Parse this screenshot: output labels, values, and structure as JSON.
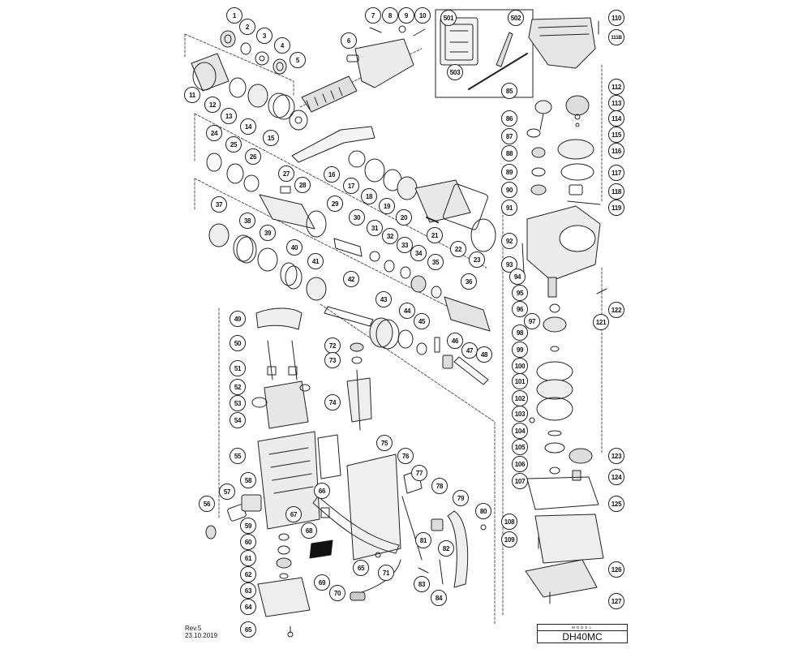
{
  "diagram": {
    "parts": [
      {
        "id": "1",
        "label": "1"
      },
      {
        "id": "2",
        "label": "2"
      },
      {
        "id": "3",
        "label": "3"
      },
      {
        "id": "4",
        "label": "4"
      },
      {
        "id": "5",
        "label": "5"
      },
      {
        "id": "6",
        "label": "6"
      },
      {
        "id": "7",
        "label": "7"
      },
      {
        "id": "8",
        "label": "8"
      },
      {
        "id": "9",
        "label": "9"
      },
      {
        "id": "10",
        "label": "10"
      },
      {
        "id": "11",
        "label": "11"
      },
      {
        "id": "12",
        "label": "12"
      },
      {
        "id": "13",
        "label": "13"
      },
      {
        "id": "14",
        "label": "14"
      },
      {
        "id": "15",
        "label": "15"
      },
      {
        "id": "16",
        "label": "16"
      },
      {
        "id": "17",
        "label": "17"
      },
      {
        "id": "18",
        "label": "18"
      },
      {
        "id": "19",
        "label": "19"
      },
      {
        "id": "20",
        "label": "20"
      },
      {
        "id": "21",
        "label": "21"
      },
      {
        "id": "22",
        "label": "22"
      },
      {
        "id": "23",
        "label": "23"
      },
      {
        "id": "24",
        "label": "24"
      },
      {
        "id": "25",
        "label": "25"
      },
      {
        "id": "26",
        "label": "26"
      },
      {
        "id": "27",
        "label": "27"
      },
      {
        "id": "28",
        "label": "28"
      },
      {
        "id": "29",
        "label": "29"
      },
      {
        "id": "30",
        "label": "30"
      },
      {
        "id": "31",
        "label": "31"
      },
      {
        "id": "32",
        "label": "32"
      },
      {
        "id": "33",
        "label": "33"
      },
      {
        "id": "34",
        "label": "34"
      },
      {
        "id": "35",
        "label": "35"
      },
      {
        "id": "36",
        "label": "36"
      },
      {
        "id": "37",
        "label": "37"
      },
      {
        "id": "38",
        "label": "38"
      },
      {
        "id": "39",
        "label": "39"
      },
      {
        "id": "40",
        "label": "40"
      },
      {
        "id": "41",
        "label": "41"
      },
      {
        "id": "42",
        "label": "42"
      },
      {
        "id": "43",
        "label": "43"
      },
      {
        "id": "44",
        "label": "44"
      },
      {
        "id": "45",
        "label": "45"
      },
      {
        "id": "46",
        "label": "46"
      },
      {
        "id": "47",
        "label": "47"
      },
      {
        "id": "48",
        "label": "48"
      },
      {
        "id": "49",
        "label": "49"
      },
      {
        "id": "50",
        "label": "50"
      },
      {
        "id": "51",
        "label": "51"
      },
      {
        "id": "52",
        "label": "52"
      },
      {
        "id": "53",
        "label": "53"
      },
      {
        "id": "54",
        "label": "54"
      },
      {
        "id": "55",
        "label": "55"
      },
      {
        "id": "56",
        "label": "56"
      },
      {
        "id": "57",
        "label": "57"
      },
      {
        "id": "58",
        "label": "58"
      },
      {
        "id": "59",
        "label": "59"
      },
      {
        "id": "60",
        "label": "60"
      },
      {
        "id": "61",
        "label": "61"
      },
      {
        "id": "62",
        "label": "62"
      },
      {
        "id": "63",
        "label": "63"
      },
      {
        "id": "64",
        "label": "64"
      },
      {
        "id": "65a",
        "label": "65"
      },
      {
        "id": "65b",
        "label": "65"
      },
      {
        "id": "66",
        "label": "66"
      },
      {
        "id": "67",
        "label": "67"
      },
      {
        "id": "68",
        "label": "68"
      },
      {
        "id": "69",
        "label": "69"
      },
      {
        "id": "70",
        "label": "70"
      },
      {
        "id": "71",
        "label": "71"
      },
      {
        "id": "72",
        "label": "72"
      },
      {
        "id": "73",
        "label": "73"
      },
      {
        "id": "74",
        "label": "74"
      },
      {
        "id": "75",
        "label": "75"
      },
      {
        "id": "76",
        "label": "76"
      },
      {
        "id": "77",
        "label": "77"
      },
      {
        "id": "78",
        "label": "78"
      },
      {
        "id": "79",
        "label": "79"
      },
      {
        "id": "80",
        "label": "80"
      },
      {
        "id": "81",
        "label": "81"
      },
      {
        "id": "82",
        "label": "82"
      },
      {
        "id": "83",
        "label": "83"
      },
      {
        "id": "84",
        "label": "84"
      },
      {
        "id": "85",
        "label": "85"
      },
      {
        "id": "86",
        "label": "86"
      },
      {
        "id": "87",
        "label": "87"
      },
      {
        "id": "88",
        "label": "88"
      },
      {
        "id": "89",
        "label": "89"
      },
      {
        "id": "90",
        "label": "90"
      },
      {
        "id": "91",
        "label": "91"
      },
      {
        "id": "92",
        "label": "92"
      },
      {
        "id": "93",
        "label": "93"
      },
      {
        "id": "94",
        "label": "94"
      },
      {
        "id": "95",
        "label": "95"
      },
      {
        "id": "96",
        "label": "96"
      },
      {
        "id": "97",
        "label": "97"
      },
      {
        "id": "98",
        "label": "98"
      },
      {
        "id": "99",
        "label": "99"
      },
      {
        "id": "100",
        "label": "100"
      },
      {
        "id": "101",
        "label": "101"
      },
      {
        "id": "102",
        "label": "102"
      },
      {
        "id": "103",
        "label": "103"
      },
      {
        "id": "104",
        "label": "104"
      },
      {
        "id": "105",
        "label": "105"
      },
      {
        "id": "106",
        "label": "106"
      },
      {
        "id": "107",
        "label": "107"
      },
      {
        "id": "108",
        "label": "108"
      },
      {
        "id": "109",
        "label": "109"
      },
      {
        "id": "110",
        "label": "110"
      },
      {
        "id": "111B",
        "label": "111B"
      },
      {
        "id": "112",
        "label": "112"
      },
      {
        "id": "113",
        "label": "113"
      },
      {
        "id": "114",
        "label": "114"
      },
      {
        "id": "115",
        "label": "115"
      },
      {
        "id": "116",
        "label": "116"
      },
      {
        "id": "117",
        "label": "117"
      },
      {
        "id": "118",
        "label": "118"
      },
      {
        "id": "119",
        "label": "119"
      },
      {
        "id": "121",
        "label": "121"
      },
      {
        "id": "122",
        "label": "122"
      },
      {
        "id": "123",
        "label": "123"
      },
      {
        "id": "124",
        "label": "124"
      },
      {
        "id": "125",
        "label": "125"
      },
      {
        "id": "126",
        "label": "126"
      },
      {
        "id": "127",
        "label": "127"
      },
      {
        "id": "501",
        "label": "501"
      },
      {
        "id": "502",
        "label": "502"
      },
      {
        "id": "503",
        "label": "503"
      }
    ]
  },
  "revision": {
    "line1": "Rev.5",
    "line2": "23.10.2019"
  },
  "model": {
    "caption": "MODEL",
    "value": "DH40MC"
  }
}
